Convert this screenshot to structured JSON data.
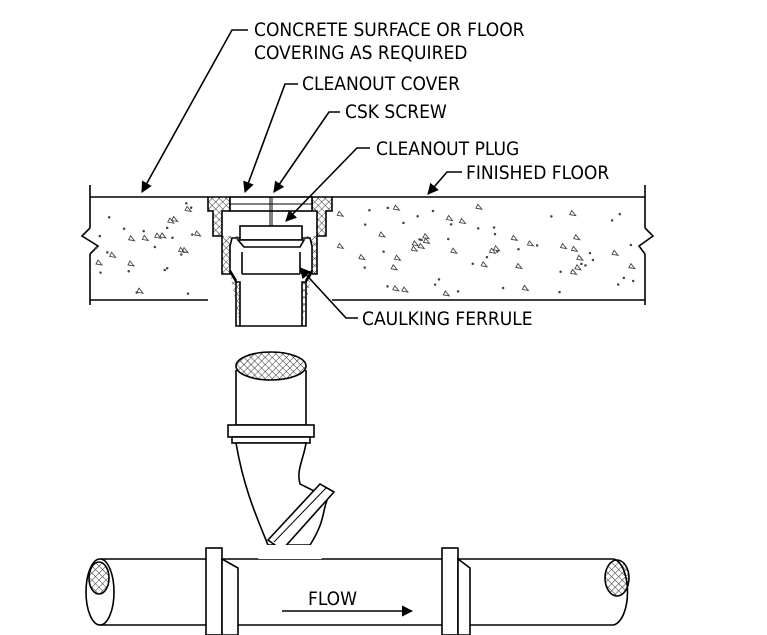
{
  "labels": {
    "concrete_line1": "CONCRETE SURFACE OR FLOOR",
    "concrete_line2": "COVERING AS REQUIRED",
    "cleanout_cover": "CLEANOUT COVER",
    "csk_screw": "CSK SCREW",
    "cleanout_plug": "CLEANOUT PLUG",
    "finished_floor": "FINISHED FLOOR",
    "caulking_ferrule": "CAULKING FERRULE",
    "flow": "FLOW"
  },
  "colors": {
    "line": "#000000",
    "background": "#ffffff",
    "hatch": "#555555"
  }
}
